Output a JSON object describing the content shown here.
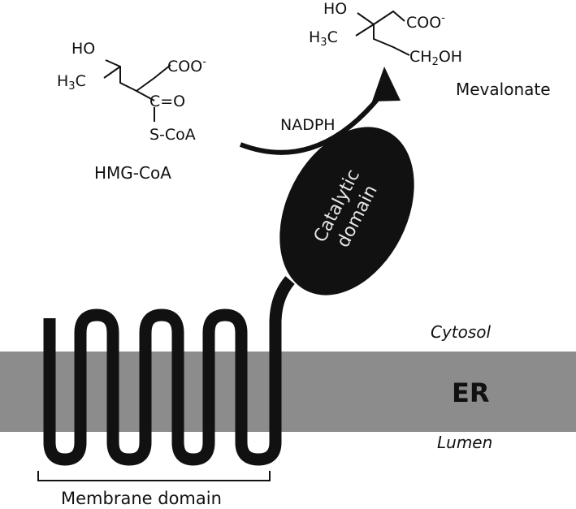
{
  "hmg_coa": {
    "ho": "HO",
    "h3c": "H",
    "h3c_sub": "3",
    "h3c_tail": "C",
    "coo": "COO",
    "coo_charge": "-",
    "carbonyl": "C=O",
    "thioester": "S-CoA",
    "name": "HMG-CoA"
  },
  "mevalonate": {
    "ho": "HO",
    "h3c": "H",
    "h3c_sub": "3",
    "h3c_tail": "C",
    "coo": "COO",
    "coo_charge": "-",
    "ch2oh_a": "CH",
    "ch2oh_sub": "2",
    "ch2oh_b": "OH",
    "name": "Mevalonate"
  },
  "reaction": {
    "cofactor": "NADPH"
  },
  "enzyme": {
    "domain_line1": "Catalytic",
    "domain_line2": "domain"
  },
  "compartments": {
    "cytosol": "Cytosol",
    "er": "ER",
    "lumen": "Lumen"
  },
  "membrane": {
    "label": "Membrane domain"
  },
  "colors": {
    "membrane_band": "#8c8c8c",
    "protein": "#111111",
    "text": "#111111",
    "domain_text": "#e6e6e6"
  }
}
